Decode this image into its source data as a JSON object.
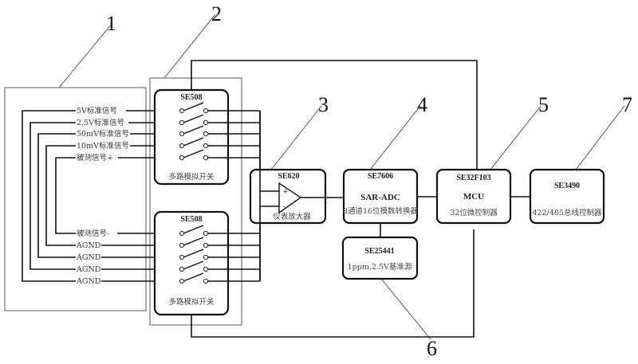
{
  "callouts": [
    "1",
    "2",
    "3",
    "4",
    "5",
    "6",
    "7"
  ],
  "mux_top": {
    "chip": "SE508",
    "label": "多路模拟开关",
    "inputs": [
      "5V标准信号",
      "2.5V标准信号",
      "50mV标准信号",
      "10mV标准信号",
      "被测信号+"
    ]
  },
  "mux_bottom": {
    "chip": "SE508",
    "label": "多路模拟开关",
    "inputs": [
      "被测信号-",
      "AGND",
      "AGND",
      "AGND",
      "AGND"
    ]
  },
  "amplifier": {
    "chip": "SE620",
    "label": "仪表放大器",
    "plus": "+",
    "minus": "-"
  },
  "adc": {
    "chip": "SE7606",
    "type": "SAR-ADC",
    "label": "8通道16位模数转换器"
  },
  "reference": {
    "chip": "SE25441",
    "label": "1ppm,2.5V基准源"
  },
  "mcu": {
    "chip": "SE32F103",
    "type": "MCU",
    "label": "32位微控制器"
  },
  "bus": {
    "chip": "SE3490",
    "label": "422/485总线控制器"
  }
}
